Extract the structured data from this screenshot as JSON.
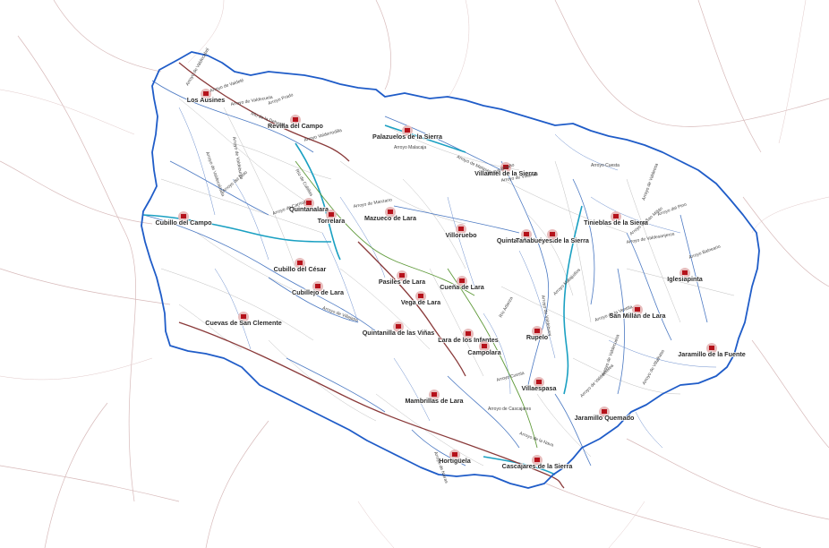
{
  "map": {
    "colors": {
      "boundary": "#1f5cc8",
      "river": "#1aa0c2",
      "stream": "#4a78c2",
      "main_road": "#8a3a3a",
      "secondary_road": "#5f9a3a",
      "settlement": "#b5121b",
      "background_roads": "#d7b9b9",
      "tracks": "#b8b8b8"
    },
    "towns": [
      {
        "name": "Los Ausines"
      },
      {
        "name": "Revilla del Campo"
      },
      {
        "name": "Palazuelos de la Sierra"
      },
      {
        "name": "Villamiel de la Sierra"
      },
      {
        "name": "Mazueco de Lara"
      },
      {
        "name": "Quintanalara"
      },
      {
        "name": "Torrelara"
      },
      {
        "name": "Cubillo del Campo"
      },
      {
        "name": "Villoruebo"
      },
      {
        "name": "Quintanilla Cabrera"
      },
      {
        "name": "Tañabueyes de la Sierra"
      },
      {
        "name": "Tinieblas de la Sierra"
      },
      {
        "name": "Cubillo del César"
      },
      {
        "name": "Pasiles de Lara"
      },
      {
        "name": "Cueña de Lara"
      },
      {
        "name": "Cubillejo de Lara"
      },
      {
        "name": "Vega de Lara"
      },
      {
        "name": "Iglesiapinta"
      },
      {
        "name": "Cuevas de San Clemente"
      },
      {
        "name": "San Millán de Lara"
      },
      {
        "name": "Quintanilla de las Viñas"
      },
      {
        "name": "Lara de los Infantes"
      },
      {
        "name": "Campolara"
      },
      {
        "name": "Rupelo"
      },
      {
        "name": "Jaramillo de la Fuente"
      },
      {
        "name": "Villaespasa"
      },
      {
        "name": "Mambrillas de Lara"
      },
      {
        "name": "Jaramillo Quemado"
      },
      {
        "name": "Hortigüela"
      },
      {
        "name": "Cascajares de la Sierra"
      }
    ],
    "streams": [
      "Arroyo de Valdelé",
      "Arroyo de Valdecabril",
      "Arroyo Prado",
      "Arroyo de Valdecuela",
      "Río de la Dehesa",
      "Arroyo Valderrodilla",
      "Arroyo Malacaja",
      "Arroyo de Matasen",
      "Río de Cubillas",
      "Arroyo Bolaño",
      "Arroyo de Villamiel",
      "Arroyo de Manzano",
      "Arroyo Cuesta",
      "Arroyo de Valdeosa",
      "Arroyo del Pino",
      "Arroyo de San Millán",
      "Arroyo Balneario",
      "Arroyo de Carrioz",
      "Arroyo del Soto",
      "Arroyo de Valdecalzada",
      "Arroyo de Valdeburgo",
      "Arroyo de Valdebuey",
      "Arroyo de la Ventilla",
      "Arroyo de Valdesanjeros",
      "Arroyo de Villejaso",
      "Arroyo Matajudios",
      "Arroyo de Cascajares",
      "Arroyo de la Nava",
      "Arroyo de Navas",
      "Arroyo de Valdemielea",
      "Río Arlanza",
      "Arroyo de Valdecuesa",
      "Arroyo de Villalhaso",
      "Arroyo Cuesta"
    ]
  }
}
